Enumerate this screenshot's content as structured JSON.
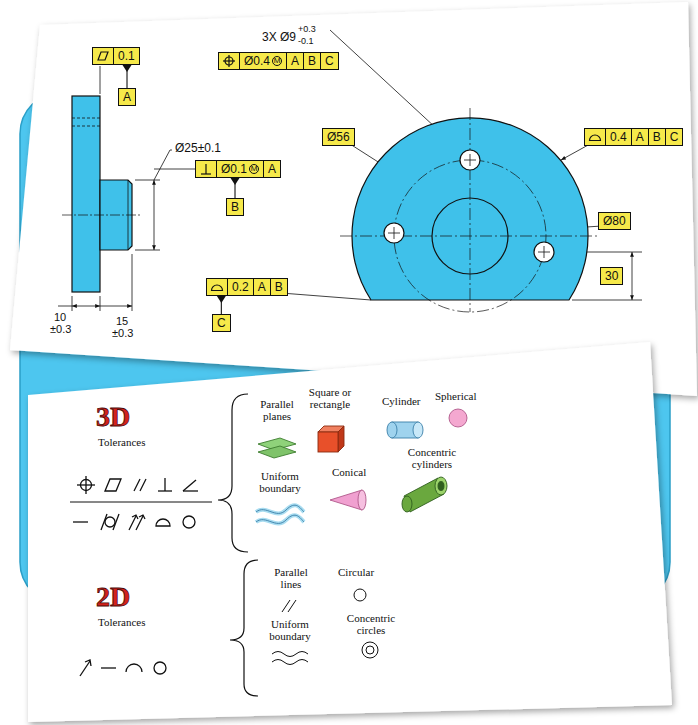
{
  "diagram": {
    "nodes": [
      {
        "text": [
          "0.1"
        ]
      },
      {
        "text": [
          "A"
        ]
      },
      {
        "text": [
          "Ø0.4",
          "M",
          "A",
          "B",
          "C"
        ]
      },
      {
        "text": [
          "Ø56"
        ]
      },
      {
        "text": [
          "0.4",
          "A",
          "B",
          "C"
        ]
      },
      {
        "text": [
          "Ø0.1",
          "M",
          "A"
        ]
      },
      {
        "text": [
          "B"
        ]
      },
      {
        "text": [
          "Ø80"
        ]
      },
      {
        "text": [
          "30"
        ]
      },
      {
        "text": [
          "0.2",
          "A",
          "B"
        ]
      },
      {
        "text": [
          "C"
        ]
      }
    ],
    "edges": [
      {
        "from": 0,
        "to": 1,
        "arrow": "none"
      },
      {
        "from": 5,
        "to": 6,
        "arrow": "none"
      },
      {
        "from": 9,
        "to": 10,
        "arrow": "none"
      }
    ],
    "labels": [
      "3X Ø9",
      "+0.3",
      "-0.1",
      "Ø25±0.1",
      "10",
      "±0.3",
      "15",
      "±0.3",
      "3D",
      "Tolerances",
      "Parallel planes",
      "Square or rectangle",
      "Cylinder",
      "Spherical",
      "Uniform boundary",
      "Conical",
      "Concentric cylinders",
      "2D",
      "Tolerances",
      "Parallel lines",
      "Circular",
      "Uniform boundary",
      "Concentric circles"
    ]
  }
}
